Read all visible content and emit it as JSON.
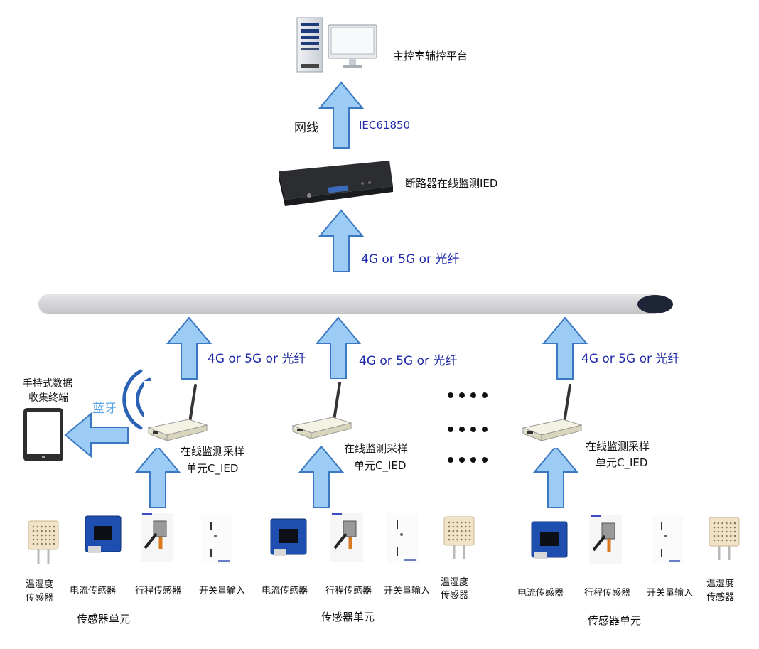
{
  "top": {
    "platform_label": "主控室辅控平台",
    "cable_label": "网线",
    "protocol_label": "IEC61850"
  },
  "ied": {
    "label": "断路器在线监测IED"
  },
  "links": {
    "top_link": "4G or 5G or 光纤",
    "unit1_link": "4G or 5G or 光纤",
    "unit2_link": "4G or 5G or 光纤",
    "unit3_link": "4G or 5G or 光纤"
  },
  "handheld": {
    "label_line1": "手持式数据",
    "label_line2": "收集终端",
    "bluetooth_label": "蓝牙"
  },
  "units": [
    {
      "sampler_line1": "在线监测采样",
      "sampler_line2": "单元C_IED",
      "sensors": {
        "temp_line1": "温湿度",
        "temp_line2": "传感器",
        "current": "电流传感器",
        "travel": "行程传感器",
        "switch": "开关量输入"
      },
      "group_label": "传感器单元"
    },
    {
      "sampler_line1": "在线监测采样",
      "sampler_line2": "单元C_IED",
      "sensors": {
        "current": "电流传感器",
        "travel": "行程传感器",
        "switch": "开关量输入",
        "temp_line1": "温湿度",
        "temp_line2": "传感器"
      },
      "group_label": "传感器单元"
    },
    {
      "sampler_line1": "在线监测采样",
      "sampler_line2": "单元C_IED",
      "sensors": {
        "current": "电流传感器",
        "travel": "行程传感器",
        "switch": "开关量输入",
        "temp_line1": "温湿度",
        "temp_line2": "传感器"
      },
      "group_label": "传感器单元"
    }
  ],
  "colors": {
    "arrow_fill": "#9ccbf5",
    "arrow_stroke": "#3a78c2",
    "bus_fill": "#d2d2d4",
    "bus_end": "#1e2536",
    "link_text": "#1f2aa8",
    "bluetooth": "#2b62b5",
    "bluetooth_text": "#5aa6e6"
  },
  "icons": {
    "server": "server-icon",
    "monitor": "monitor-icon",
    "ied": "rack-device-icon",
    "sampler": "sampler-box-icon",
    "tablet": "tablet-icon",
    "bluetooth": "wireless-signal-icon",
    "ellipsis": "ellipsis-dots-icon"
  }
}
